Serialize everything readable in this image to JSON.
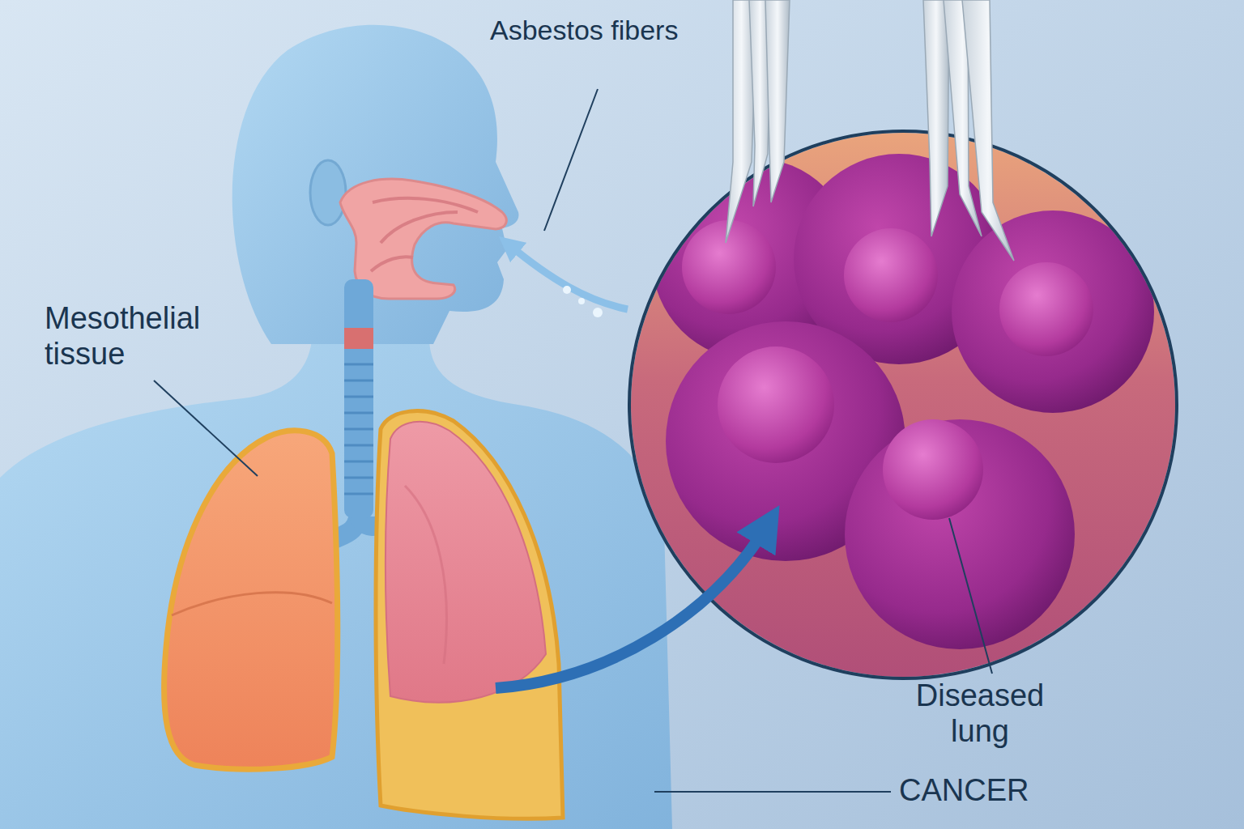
{
  "diagram": {
    "labels": [
      "Asbestos fibers",
      "Mesothelial tissue",
      "Diseased lung",
      "CANCER"
    ]
  }
}
